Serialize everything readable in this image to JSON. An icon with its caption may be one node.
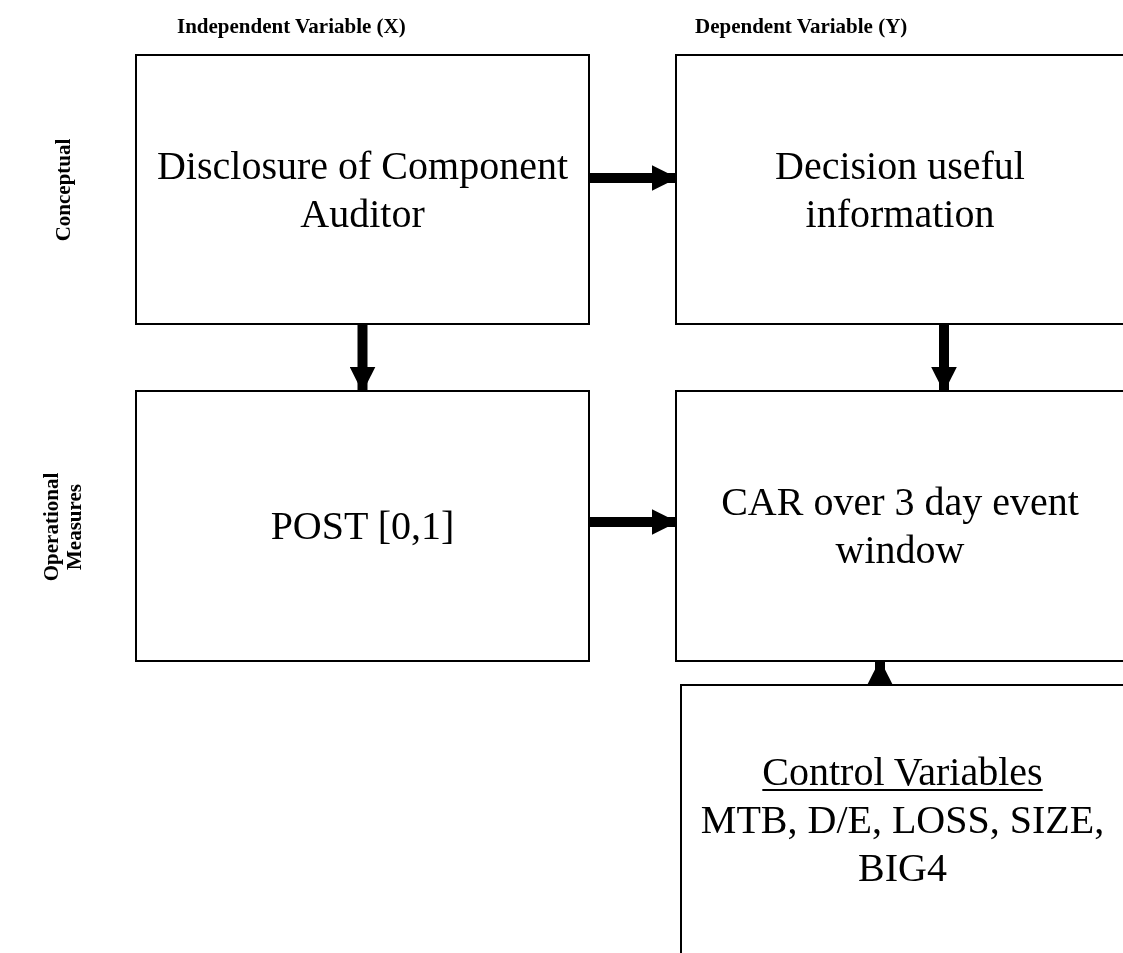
{
  "diagram": {
    "nodes": [
      {
        "text": [
          "Disclosure of Component Auditor"
        ]
      },
      {
        "text": [
          "Decision useful information"
        ]
      },
      {
        "text": [
          "POST [0,1]"
        ]
      },
      {
        "text": [
          "CAR over 3 day event window"
        ]
      },
      {
        "text": [
          "Control Variables",
          "MTB, D/E, LOSS, SIZE, BIG4"
        ]
      }
    ],
    "edges": [
      {
        "from": 0,
        "to": 1,
        "arrow": "to"
      },
      {
        "from": 0,
        "to": 2,
        "arrow": "to"
      },
      {
        "from": 1,
        "to": 3,
        "arrow": "to"
      },
      {
        "from": 2,
        "to": 3,
        "arrow": "to"
      },
      {
        "from": 4,
        "to": 3,
        "arrow": "to"
      }
    ],
    "labels": [
      "Independent Variable (X)",
      "Dependent Variable (Y)",
      "Conceptual",
      "Operational Measures"
    ]
  }
}
